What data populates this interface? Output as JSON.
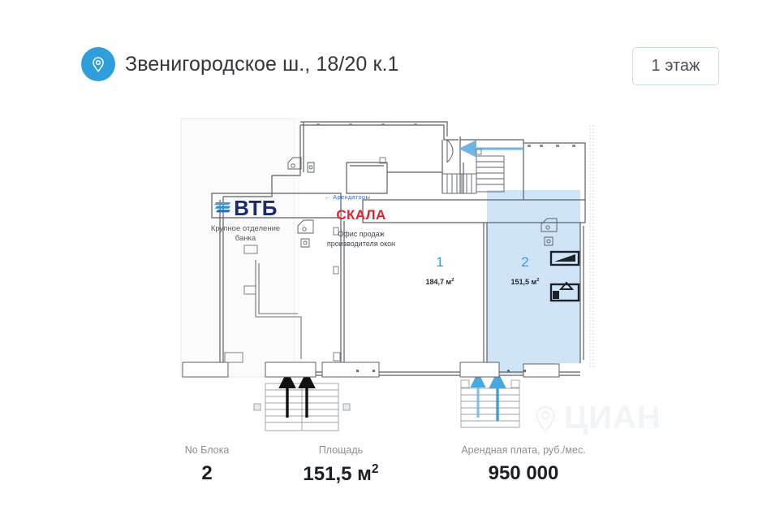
{
  "header": {
    "pin_icon": "location-pin-icon",
    "address": "Звенигородское ш., 18/20 к.1",
    "floor_badge": "1 этаж"
  },
  "plan": {
    "vtb": {
      "logo_text": "ВТБ",
      "caption": "Крупное отделение банка"
    },
    "tenants_note": "←  Арендаторы",
    "skala": {
      "name": "СКАЛА",
      "caption": "Офис продаж производителя окон"
    },
    "units": [
      {
        "number": "1",
        "area": "184,7 м",
        "area_sup": "2",
        "highlighted": false
      },
      {
        "number": "2",
        "area": "151,5 м",
        "area_sup": "2",
        "highlighted": true
      }
    ],
    "colors": {
      "highlight_fill": "#cfe4f7",
      "wall": "#5a6068",
      "accent_blue": "#2f9fdb",
      "arrow_black": "#111111",
      "arrow_blue": "#4aa8e0",
      "skala_red": "#e0232e",
      "vtb_navy": "#1a2b6d"
    }
  },
  "watermark": {
    "text": "ЦИАН"
  },
  "stats": [
    {
      "label": "No Блока",
      "value": "2"
    },
    {
      "label": "Площадь",
      "value": "151,5 м",
      "sup": "2"
    },
    {
      "label": "Арендная плата, руб./мес.",
      "value": "950 000"
    }
  ]
}
